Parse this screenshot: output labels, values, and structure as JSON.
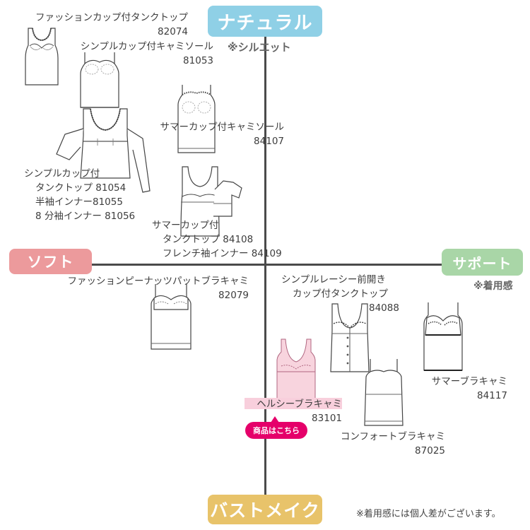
{
  "axes": {
    "top": "ナチュラル",
    "top_note": "※シルエット",
    "left": "ソフト",
    "right": "サポート",
    "right_note": "※着用感",
    "bottom": "バストメイク"
  },
  "colors": {
    "natural": "#8fd0e6",
    "soft": "#ec9a9c",
    "support": "#a9d6a7",
    "bust": "#e8c36a",
    "cta": "#e5006a",
    "highlight": "#f8cfdc"
  },
  "items": {
    "i82074": {
      "name": "ファッションカップ付タンクトップ",
      "code": "82074"
    },
    "i81053": {
      "name": "シンプルカップ付キャミソール",
      "code": "81053"
    },
    "i84107": {
      "name": "サマーカップ付キャミソール",
      "code": "84107"
    },
    "i8105x": {
      "line1": "シンプルカップ付",
      "line2": "タンクトップ 81054",
      "line3": "半袖インナー81055",
      "line4": "8 分袖インナー 81056"
    },
    "i8410x": {
      "line1": "サマーカップ付",
      "line2": "タンクトップ 84108",
      "line3": "フレンチ袖インナー 84109"
    },
    "i82079": {
      "name": "ファッションピーナッツパットブラキャミ",
      "code": "82079"
    },
    "i84088": {
      "line1": "シンプルレーシー前開き",
      "line2": "カップ付タンクトップ",
      "code": "84088"
    },
    "i84117": {
      "name": "サマーブラキャミ",
      "code": "84117"
    },
    "i83101": {
      "name": "ヘルシーブラキャミ",
      "code": "83101"
    },
    "i87025": {
      "name": "コンフォートブラキャミ",
      "code": "87025"
    }
  },
  "cta_label": "商品はこちら",
  "disclaimer": "※着用感には個人差がございます。",
  "icons": [
    "tank-top-icon",
    "camisole-icon",
    "short-sleeve-inner-icon",
    "long-sleeve-inner-icon",
    "bra-camisole-icon",
    "front-opening-tank-icon"
  ]
}
